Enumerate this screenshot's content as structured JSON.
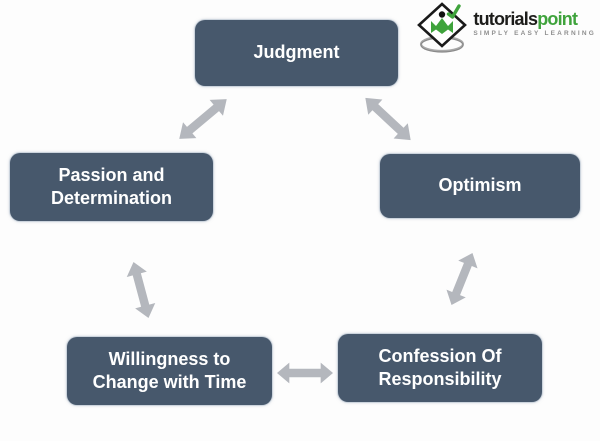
{
  "logo": {
    "brand_black": "tutorials",
    "brand_green": "point",
    "tagline": "SIMPLY EASY LEARNING",
    "icon": "tutorialspoint-diamond-icon",
    "colors": {
      "green": "#3fa33c",
      "black": "#1d1d1b",
      "tagline_gray": "#8f8f8f"
    }
  },
  "diagram": {
    "title": "Qualities cycle diagram",
    "box_color": "#47586c",
    "box_text_color": "#ffffff",
    "arrow_color": "#b4b7bd",
    "nodes": [
      {
        "id": "judgment",
        "label": "Judgment",
        "lines": [
          "Judgment"
        ]
      },
      {
        "id": "passion",
        "label": "Passion and Determination",
        "lines": [
          "Passion and",
          "Determination"
        ]
      },
      {
        "id": "optimism",
        "label": "Optimism",
        "lines": [
          "Optimism"
        ]
      },
      {
        "id": "willingness",
        "label": "Willingness to Change with Time",
        "lines": [
          "Willingness to",
          "Change with Time"
        ]
      },
      {
        "id": "confession",
        "label": "Confession Of Responsibility",
        "lines": [
          "Confession Of",
          "Responsibility"
        ]
      }
    ],
    "edges": [
      {
        "from": "judgment",
        "to": "passion",
        "type": "bidirectional"
      },
      {
        "from": "judgment",
        "to": "optimism",
        "type": "bidirectional"
      },
      {
        "from": "passion",
        "to": "willingness",
        "type": "bidirectional"
      },
      {
        "from": "optimism",
        "to": "confession",
        "type": "bidirectional"
      },
      {
        "from": "willingness",
        "to": "confession",
        "type": "bidirectional"
      }
    ],
    "icons": {
      "double_arrow": "↔",
      "logo_diamond": "◆"
    }
  }
}
